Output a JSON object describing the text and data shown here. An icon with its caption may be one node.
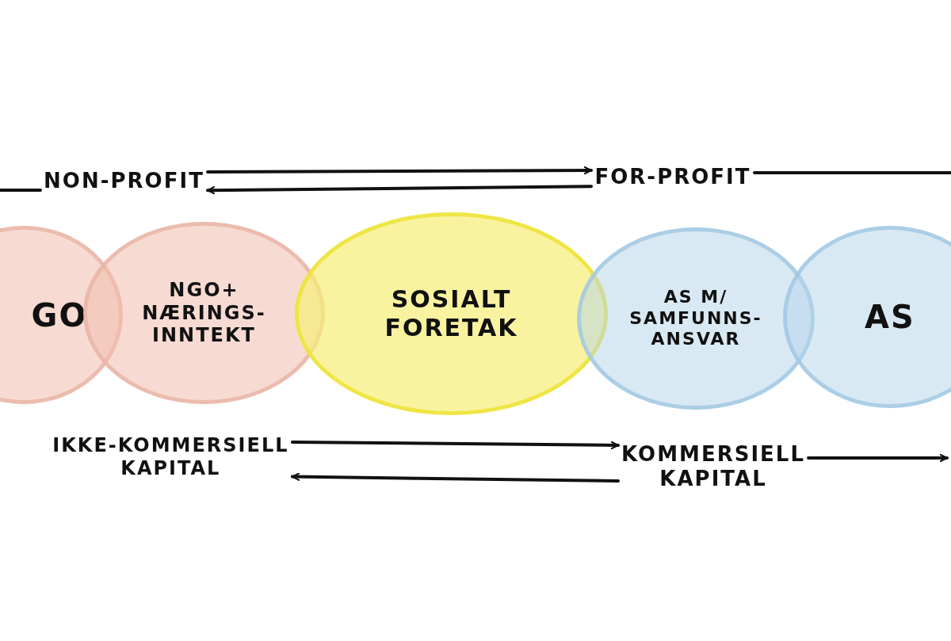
{
  "diagram": {
    "nodes": [
      {
        "text": [
          "GO"
        ]
      },
      {
        "text": [
          "NGO+ NÆRINGS- INNTEKT"
        ]
      },
      {
        "text": [
          "SOSIALT FORETAK"
        ]
      },
      {
        "text": [
          "AS M/ SAMFUNNS- ANSVAR"
        ]
      },
      {
        "text": [
          "AS"
        ]
      },
      {
        "text": [
          "NON-PROFIT"
        ]
      },
      {
        "text": [
          "FOR-PROFIT"
        ]
      },
      {
        "text": [
          "IKKE-KOMMERSIELL KAPITAL"
        ]
      },
      {
        "text": [
          "KOMMERSIELL KAPITAL"
        ]
      }
    ],
    "edges": [
      {
        "from": 5,
        "to": 6,
        "arrow": "to"
      },
      {
        "from": 6,
        "to": 5,
        "arrow": "to"
      },
      {
        "from": null,
        "to": 5,
        "arrow": "none"
      },
      {
        "from": 6,
        "to": null,
        "arrow": "none"
      },
      {
        "from": 7,
        "to": 8,
        "arrow": "to"
      },
      {
        "from": 8,
        "to": 7,
        "arrow": "to"
      },
      {
        "from": 8,
        "to": null,
        "arrow": "to"
      }
    ]
  }
}
